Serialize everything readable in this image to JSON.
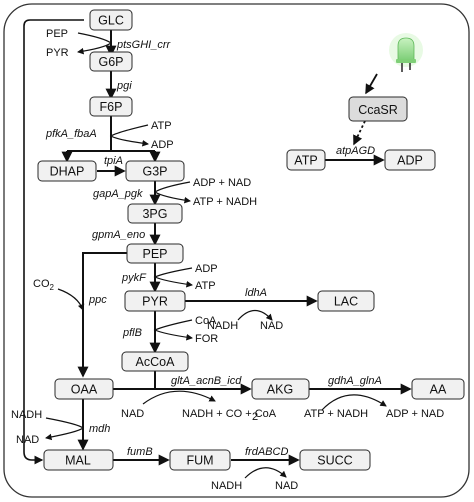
{
  "nodes": {
    "glc": "GLC",
    "g6p": "G6P",
    "f6p": "F6P",
    "dhap": "DHAP",
    "g3p": "G3P",
    "pg3": "3PG",
    "pep": "PEP",
    "pyr": "PYR",
    "lac": "LAC",
    "accoa": "AcCoA",
    "oaa": "OAA",
    "akg": "AKG",
    "aa": "AA",
    "mal": "MAL",
    "fum": "FUM",
    "succ": "SUCC",
    "ccasr": "CcaSR",
    "atp_box": "ATP",
    "adp_box": "ADP"
  },
  "enzymes": {
    "ptsghi": "ptsGHI_crr",
    "pgi": "pgi",
    "pfka": "pfkA_fbaA",
    "tpia": "tpiA",
    "gapa": "gapA_pgk",
    "gpma": "gpmA_eno",
    "pykf": "pykF",
    "ldha": "ldhA",
    "pflb": "pflB",
    "ppc": "ppc",
    "glta": "gltA_acnB_icd",
    "gdha": "gdhA_glnA",
    "mdh": "mdh",
    "fumb": "fumB",
    "frd": "frdABCD",
    "atpagd": "atpAGD"
  },
  "cofactors": {
    "pep_in": "PEP",
    "pyr_out": "PYR",
    "atp1": "ATP",
    "adp1": "ADP",
    "adp_nad": "ADP + NAD",
    "atp_nadh": "ATP + NADH",
    "adp2": "ADP",
    "atp2": "ATP",
    "nadh_ldh": "NADH",
    "nad_ldh": "NAD",
    "coa": "CoA",
    "for": "FOR",
    "co2": "CO",
    "co2_sub": "2",
    "nad_tca": "NAD",
    "nadh_co2_coa": "NADH + CO  + CoA",
    "co2_sub2": "2",
    "atp_nadh2": "ATP + NADH",
    "adp_nad2": "ADP + NAD",
    "nadh_mdh": "NADH",
    "nad_mdh": "NAD",
    "nadh_frd": "NADH",
    "nad_frd": "NAD"
  },
  "colors": {
    "box_fill": "#f1f1f1",
    "box_stroke": "#2b2b2b",
    "ccasr_fill": "#dcdcdc",
    "led_green": "#7ed47e",
    "led_body": "#9adf8f",
    "frame": "#333333"
  },
  "icons": {
    "light": "green-led-icon"
  }
}
